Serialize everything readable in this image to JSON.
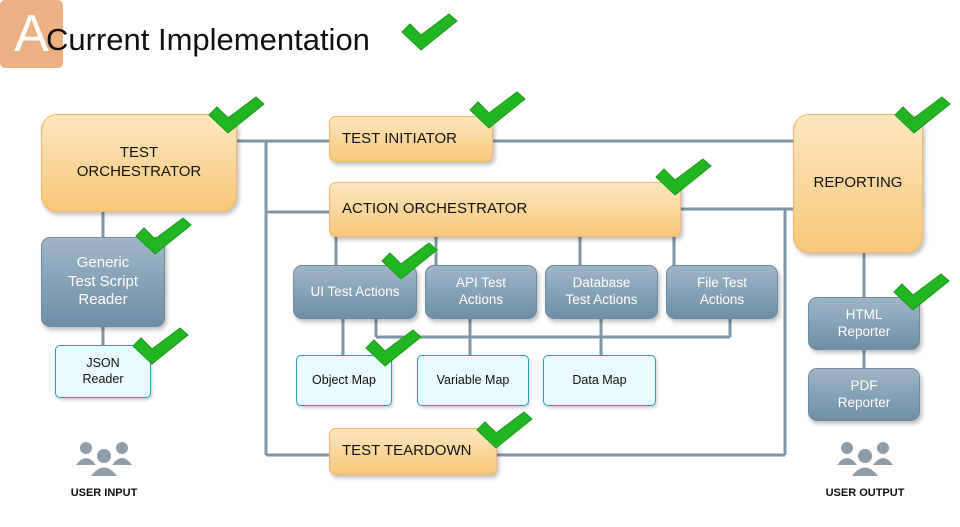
{
  "title": "Current Implementation",
  "logo_letter": "A",
  "colors": {
    "orange_box": "#f9c77a",
    "steel_box": "#7f9bb0",
    "light_box": "#e9fbff",
    "connector": "#7f97a8",
    "check": "#22b522",
    "logo": "#ebb183"
  },
  "boxes": {
    "test_orchestrator": "TEST\nORCHESTRATOR",
    "test_initiator": "TEST INITIATOR",
    "action_orchestrator": "ACTION ORCHESTRATOR",
    "reporting": "REPORTING",
    "generic_reader": "Generic\nTest Script\nReader",
    "json_reader": "JSON\nReader",
    "ui_actions": "UI Test Actions",
    "api_actions": "API Test\nActions",
    "db_actions": "Database\nTest Actions",
    "file_actions": "File Test\nActions",
    "object_map": "Object Map",
    "variable_map": "Variable Map",
    "data_map": "Data Map",
    "test_teardown": "TEST TEARDOWN",
    "html_reporter": "HTML\nReporter",
    "pdf_reporter": "PDF\nReporter"
  },
  "user_input_label": "USER INPUT",
  "user_output_label": "USER OUTPUT",
  "icons": [
    "checkmark-icon",
    "users-icon"
  ]
}
